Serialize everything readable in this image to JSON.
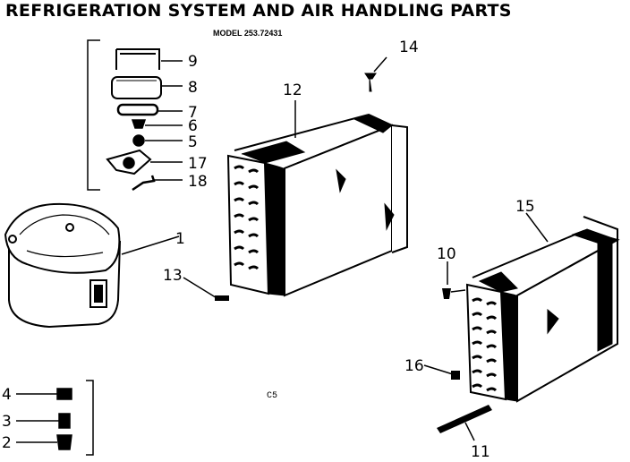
{
  "title": "REFRIGERATION SYSTEM AND AIR HANDLING PARTS",
  "model": "MODEL 253.72431",
  "page_code": "C5",
  "callouts": {
    "c1": "1",
    "c2": "2",
    "c3": "3",
    "c4": "4",
    "c5": "5",
    "c6": "6",
    "c7": "7",
    "c8": "8",
    "c9": "9",
    "c10": "10",
    "c11": "11",
    "c12": "12",
    "c13": "13",
    "c14": "14",
    "c15": "15",
    "c16": "16",
    "c17": "17",
    "c18": "18"
  }
}
